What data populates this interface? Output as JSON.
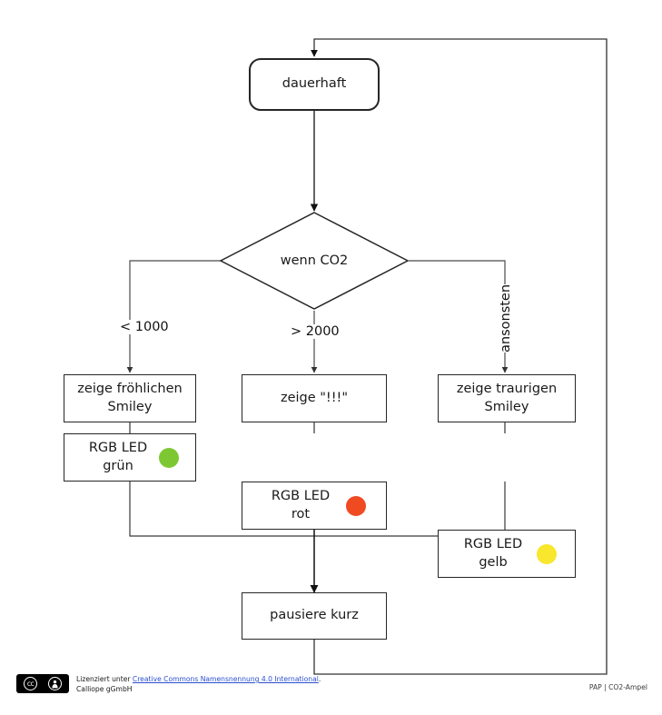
{
  "diagram": {
    "title": "PAP | CO2-Ampel",
    "type": "flowchart",
    "nodes": {
      "start": {
        "label": "dauerhaft",
        "shape": "rounded-rectangle"
      },
      "decision": {
        "label": "wenn CO2",
        "shape": "diamond"
      },
      "action_low": {
        "label": "zeige fröhlichen\nSmiley",
        "shape": "rectangle"
      },
      "led_low": {
        "label": "RGB LED\ngrün",
        "shape": "rectangle",
        "led_color": "#7DC832",
        "led_name": "green-led-indicator"
      },
      "action_high": {
        "label": "zeige \"!!!\"",
        "shape": "rectangle"
      },
      "led_high": {
        "label": "RGB LED\nrot",
        "shape": "rectangle",
        "led_color": "#F04A23",
        "led_name": "red-led-indicator"
      },
      "action_else": {
        "label": "zeige traurigen\nSmiley",
        "shape": "rectangle"
      },
      "led_else": {
        "label": "RGB LED\ngelb",
        "shape": "rectangle",
        "led_color": "#F8E72C",
        "led_name": "yellow-led-indicator"
      },
      "pause": {
        "label": "pausiere kurz",
        "shape": "rectangle"
      }
    },
    "edge_labels": {
      "branch_low": "< 1000",
      "branch_high": "> 2000",
      "branch_else": "ansonsten"
    },
    "stroke_color": "#262626",
    "wire_color": "#3a3a3a"
  },
  "footer": {
    "license_prefix": "Lizenziert unter ",
    "license_link": "Creative Commons Namensnennung 4.0 International",
    "license_suffix": ".",
    "organisation": "Calliope gGmbH",
    "cc_glyph": "cc",
    "by_glyph": "BY",
    "doc_tag": "PAP | CO2-Ampel"
  }
}
